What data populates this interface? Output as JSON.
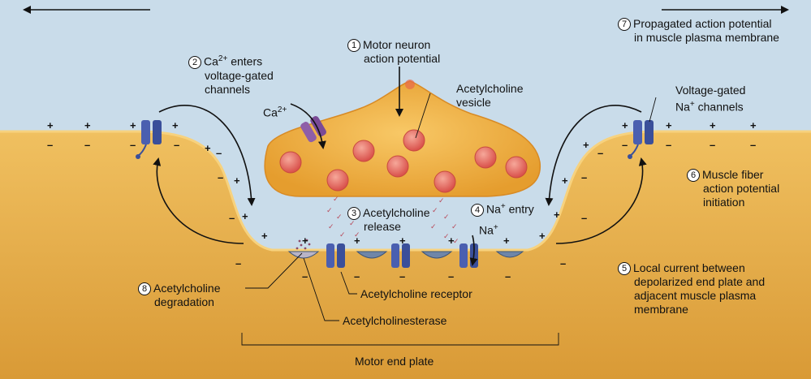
{
  "labels": {
    "step1": {
      "number": "1",
      "lines": [
        "Motor neuron",
        "action potential"
      ]
    },
    "step2": {
      "number": "2",
      "line1_pre": "Ca",
      "line1_sup": "2+",
      "line1_post": " enters",
      "lines": [
        "voltage-gated",
        "channels"
      ]
    },
    "step3": {
      "number": "3",
      "lines": [
        "Acetylcholine",
        "release"
      ]
    },
    "step4": {
      "number": "4",
      "pre": "Na",
      "sup": "+",
      "post": " entry"
    },
    "step5": {
      "number": "5",
      "lines": [
        "Local current between",
        "depolarized end plate and",
        "adjacent muscle plasma",
        "membrane"
      ]
    },
    "step6": {
      "number": "6",
      "lines": [
        "Muscle fiber",
        "action potential",
        "initiation"
      ]
    },
    "step7": {
      "number": "7",
      "lines": [
        "Propagated action potential",
        "in muscle plasma membrane"
      ]
    },
    "step8": {
      "number": "8",
      "lines": [
        "Acetylcholine",
        "degradation"
      ]
    },
    "ca_ion": {
      "pre": "Ca",
      "sup": "2+"
    },
    "na_ion": {
      "pre": "Na",
      "sup": "+"
    },
    "vesicle": [
      "Acetylcholine",
      "vesicle"
    ],
    "na_channels": {
      "line1": "Voltage-gated",
      "pre": "Na",
      "sup": "+",
      "post": " channels"
    },
    "receptor": "Acetylcholine receptor",
    "esterase": "Acetylcholinesterase",
    "end_plate": "Motor end plate",
    "plus": "+",
    "minus": "–"
  },
  "colors": {
    "background": "#c9dcea",
    "muscle": "#e9b04c",
    "terminal": "#f2b54a",
    "vesicle": "#e8665a",
    "receptor": "#4a5fb0",
    "ca_channel": "#8e5ea8"
  }
}
